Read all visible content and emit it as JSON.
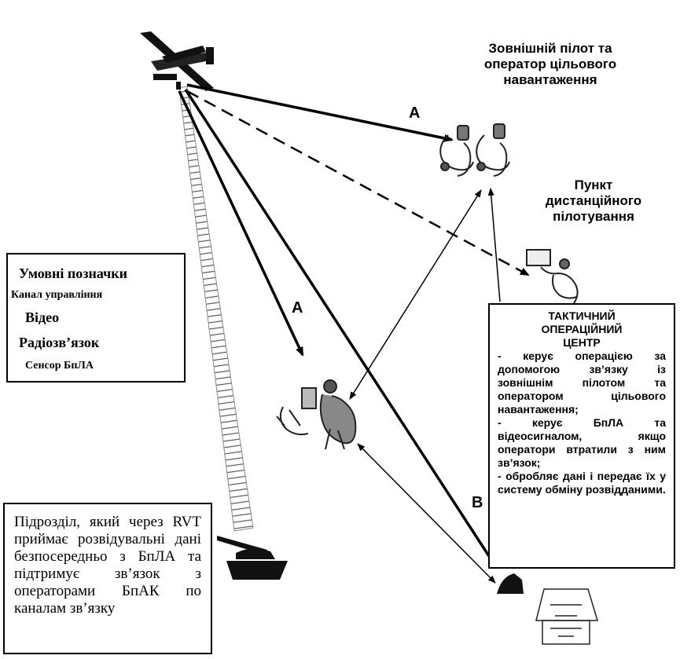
{
  "labels": {
    "external_pilot": [
      "Зовнішній пілот та",
      "оператор цільового",
      "навантаження"
    ],
    "remote_point": [
      "Пункт",
      "дистанційного",
      "пілотування"
    ],
    "link_a_top": "A",
    "link_a_left": "A",
    "link_b": "B"
  },
  "legend": {
    "title": "Умовні позначки",
    "control": "Канал управління",
    "video": "Відео",
    "radio": "Радіозв’язок",
    "sensor": "Сенсор БпЛА"
  },
  "toc": {
    "title_lines": [
      "ТАКТИЧНИЙ",
      "ОПЕРАЦІЙНИЙ",
      "ЦЕНТР"
    ],
    "items": [
      "- керує операцією за допомогою зв’язку із зовнішнім пілотом та оператором цільового навантаження;",
      "- керує БпЛА та відеосигналом, якщо оператори втратили з ним зв’язок;",
      "- обробляє дані і передає їх у систему обміну розвідданими."
    ]
  },
  "unit_text": "Підрозділ, який через RVT приймає розвідувальні дані безпосередньо з БпЛА та підтримує зв’язок з операторами БпАК по каналам зв’язку"
}
